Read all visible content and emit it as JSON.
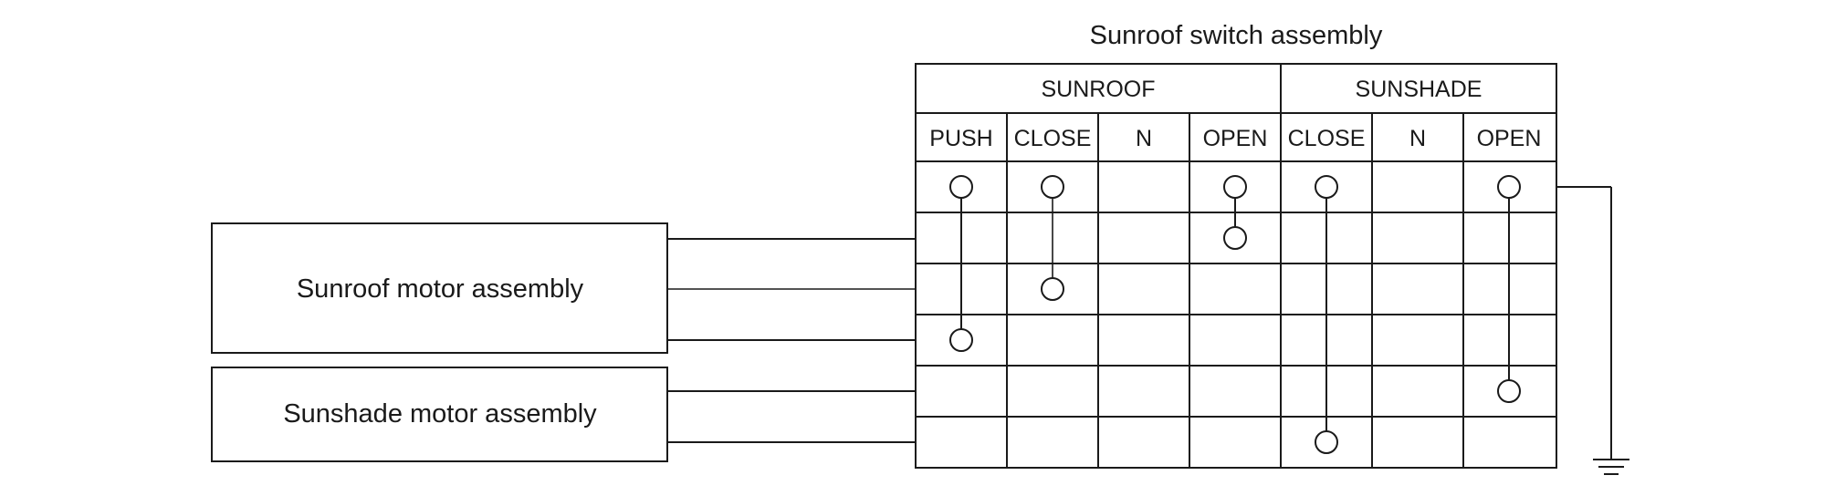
{
  "title": "Sunroof switch assembly",
  "groups": [
    {
      "label": "SUNROOF"
    },
    {
      "label": "SUNSHADE"
    }
  ],
  "columns": [
    "PUSH",
    "CLOSE",
    "N",
    "OPEN",
    "CLOSE",
    "N",
    "OPEN"
  ],
  "boxes": [
    {
      "label": "Sunroof motor assembly"
    },
    {
      "label": "Sunshade motor assembly"
    }
  ],
  "contacts": [
    {
      "column": "PUSH",
      "from_row": 1,
      "to_row": 4
    },
    {
      "column": "SUNROOF CLOSE",
      "from_row": 1,
      "to_row": 3
    },
    {
      "column": "SUNROOF OPEN",
      "from_row": 1,
      "to_row": 2
    },
    {
      "column": "SUNSHADE CLOSE",
      "from_row": 1,
      "to_row": 6
    },
    {
      "column": "SUNSHADE OPEN",
      "from_row": 1,
      "to_row": 5
    }
  ],
  "ground": "ground-symbol"
}
